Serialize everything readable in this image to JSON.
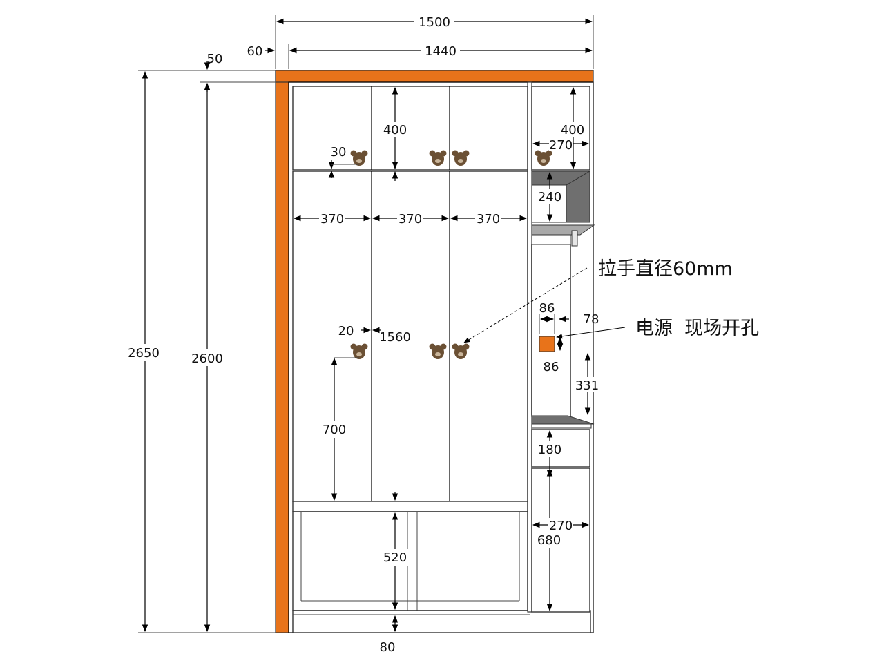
{
  "dimensions": {
    "total_width": "1500",
    "side_panel_width": "60",
    "inner_width": "1440",
    "top_panel_thickness": "50",
    "total_height": "2650",
    "inner_height": "2600",
    "upper_door_height": "400",
    "hook_offset": "30",
    "right_upper_height": "400",
    "right_inner_width_upper": "270",
    "shelf_height": "240",
    "column_width": "370",
    "gap": "20",
    "middle_door_height": "1560",
    "handle_height": "700",
    "socket_width": "86",
    "socket_offset": "78",
    "socket_height": "86",
    "socket_from_floor": "331",
    "drawer_height": "180",
    "right_inner_width_lower": "270",
    "lower_cabinet_height": "680",
    "bottom_cabinet_height": "520",
    "plinth_height": "80"
  },
  "notes": {
    "handle": "拉手直径60mm",
    "power": "电源  现场开孔"
  },
  "colors": {
    "side_board": "#e8731a",
    "socket": "#e8731a",
    "handle": "#6b5034",
    "shelf_dark": "#6f6f6f",
    "shelf_light": "#a9a9a9"
  }
}
